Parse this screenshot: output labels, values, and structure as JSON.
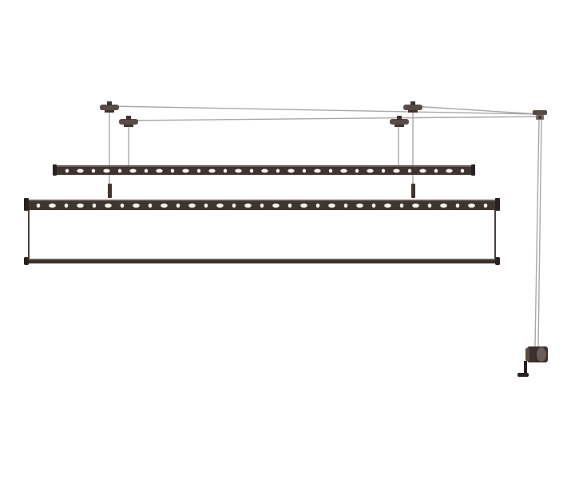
{
  "product": {
    "kind": "ceiling-mounted hand-crank clothes drying rack",
    "bars": 2,
    "ceiling_pulleys": 4,
    "colors": {
      "frame": "#3e3430",
      "frame_highlight": "#6b5d57",
      "hole": "#f4f1ee",
      "cable": "#a8a8a8",
      "pulley": "#5a4b45",
      "crank": "#3a302c"
    }
  }
}
